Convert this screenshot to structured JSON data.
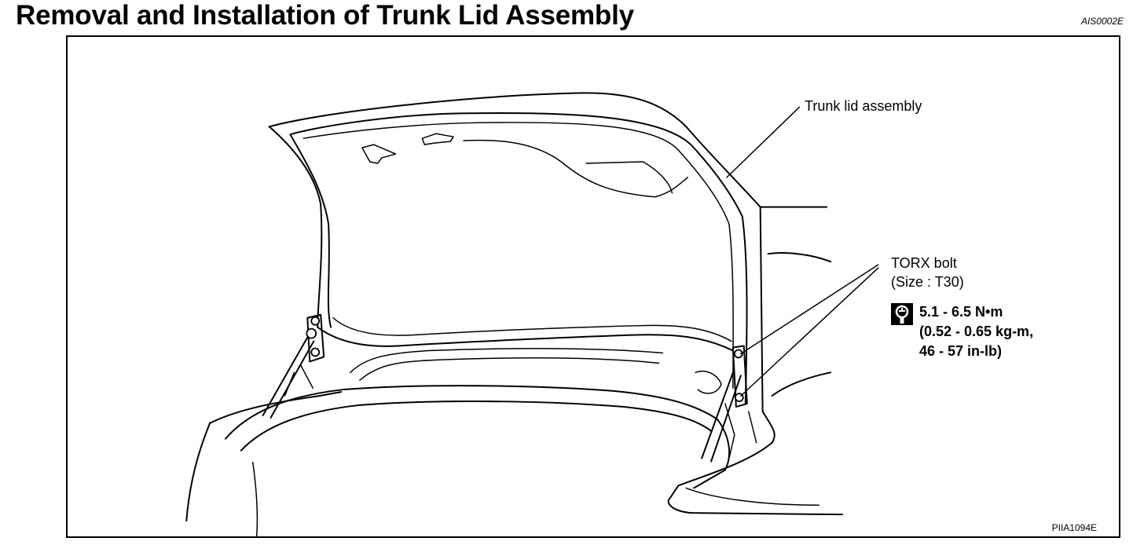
{
  "header": {
    "title": "Removal and Installation of Trunk Lid Assembly",
    "doc_code": "AIS0002E"
  },
  "figure": {
    "figure_code": "PIIA1094E",
    "labels": {
      "trunk_lid": "Trunk lid assembly",
      "torx_line1": "TORX bolt",
      "torx_line2": "(Size : T30)"
    },
    "torque": {
      "icon": "torque-wrench-icon",
      "line1": "5.1 - 6.5 N•m",
      "line2": "(0.52 - 0.65 kg-m,",
      "line3": "46 - 57 in-lb)"
    }
  }
}
